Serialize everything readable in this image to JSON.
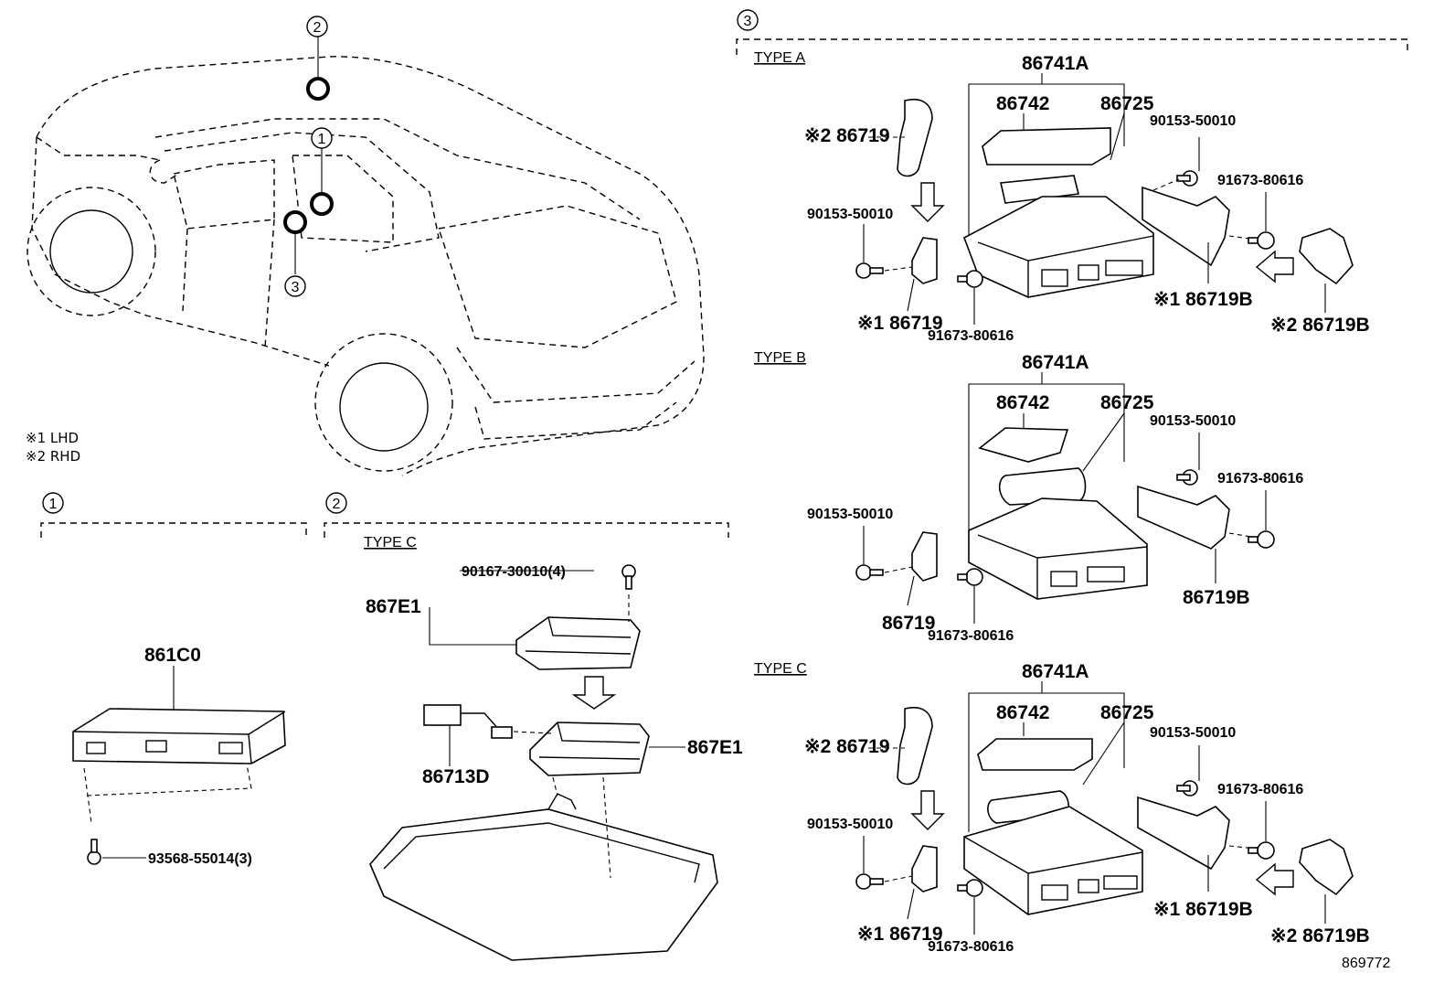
{
  "legend": {
    "lhd": "※1 LHD",
    "rhd": "※2 RHD"
  },
  "callouts": {
    "c1": "1",
    "c2": "2",
    "c3": "3"
  },
  "section1": {
    "number": "1",
    "unit_part": "861C0",
    "screw_part": "93568-55014(3)"
  },
  "section2": {
    "number": "2",
    "type": "TYPE C",
    "screw_part": "90167-30010(4)",
    "module_top": "867E1",
    "module_right": "867E1",
    "harness": "86713D"
  },
  "section3": {
    "number": "3",
    "type_a": {
      "label": "TYPE A",
      "assembly": "86741A",
      "cover": "86742",
      "antenna": "86725",
      "bracket_rhd": "※2 86719",
      "bolt_left": "90153-50010",
      "bolt_right": "90153-50010",
      "nut_right": "91673-80616",
      "nut_bottom": "91673-80616",
      "bracket_lhd": "※1 86719",
      "bracket_b_lhd": "※1 86719B",
      "bracket_b_rhd": "※2 86719B"
    },
    "type_b": {
      "label": "TYPE B",
      "assembly": "86741A",
      "cover": "86742",
      "antenna": "86725",
      "bolt_left": "90153-50010",
      "bolt_right": "90153-50010",
      "nut_right": "91673-80616",
      "nut_bottom": "91673-80616",
      "bracket": "86719",
      "bracket_b": "86719B"
    },
    "type_c": {
      "label": "TYPE C",
      "assembly": "86741A",
      "cover": "86742",
      "antenna": "86725",
      "bracket_rhd": "※2 86719",
      "bolt_left": "90153-50010",
      "bolt_right": "90153-50010",
      "nut_right": "91673-80616",
      "nut_bottom": "91673-80616",
      "bracket_lhd": "※1 86719",
      "bracket_b_lhd": "※1 86719B",
      "bracket_b_rhd": "※2 86719B"
    }
  },
  "diagram_id": "869772"
}
